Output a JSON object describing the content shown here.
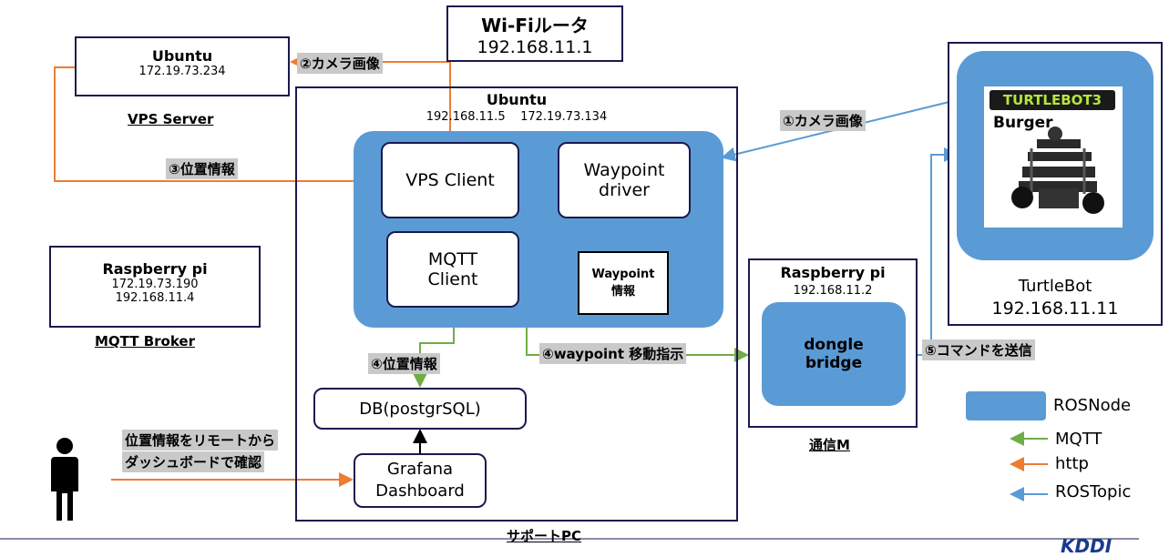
{
  "wifi": {
    "title": "Wi-Fiルータ",
    "ip": "192.168.11.1"
  },
  "vps": {
    "title": "Ubuntu",
    "ip": "172.19.73.234",
    "caption": "VPS Server"
  },
  "broker": {
    "title": "Raspberry pi",
    "ip1": "172.19.73.190",
    "ip2": "192.168.11.4",
    "caption": "MQTT Broker"
  },
  "support": {
    "title": "Ubuntu",
    "ips": "192.168.11.5    172.19.73.134",
    "caption": "サポートPC",
    "vps_client": "VPS Client",
    "waypoint_driver": [
      "Waypoint",
      "driver"
    ],
    "mqtt_client": [
      "MQTT",
      "Client"
    ],
    "waypoint_info": [
      "Waypoint",
      "情報"
    ],
    "db": "DB(postgrSQL)",
    "grafana": [
      "Grafana",
      "Dashboard"
    ]
  },
  "tsushin": {
    "title": "Raspberry pi",
    "ip": "192.168.11.2",
    "node": [
      "dongle",
      "bridge"
    ],
    "caption": "通信M"
  },
  "turtlebot": {
    "logo": "TURTLEBOT3",
    "model": "Burger",
    "name": "TurtleBot",
    "ip": "192.168.11.11"
  },
  "labels": {
    "l1": "①カメラ画像",
    "l2": "②カメラ画像",
    "l3": "③位置情報",
    "l4": "④位置情報",
    "l4b": "④waypoint 移動指示",
    "l5": "⑤コマンドを送信",
    "person": [
      "位置情報をリモートから",
      "ダッシュボードで確認"
    ]
  },
  "legend": {
    "rosnode": "ROSNode",
    "mqtt": "MQTT",
    "http": "http",
    "rostopic": "ROSTopic"
  },
  "footer_logo": "KDDI",
  "colors": {
    "ros": "#5b9bd5",
    "mqtt": "#70ad47",
    "http": "#ed7d31",
    "rostopic": "#5b9bd5",
    "border": "#1a1a4e"
  }
}
